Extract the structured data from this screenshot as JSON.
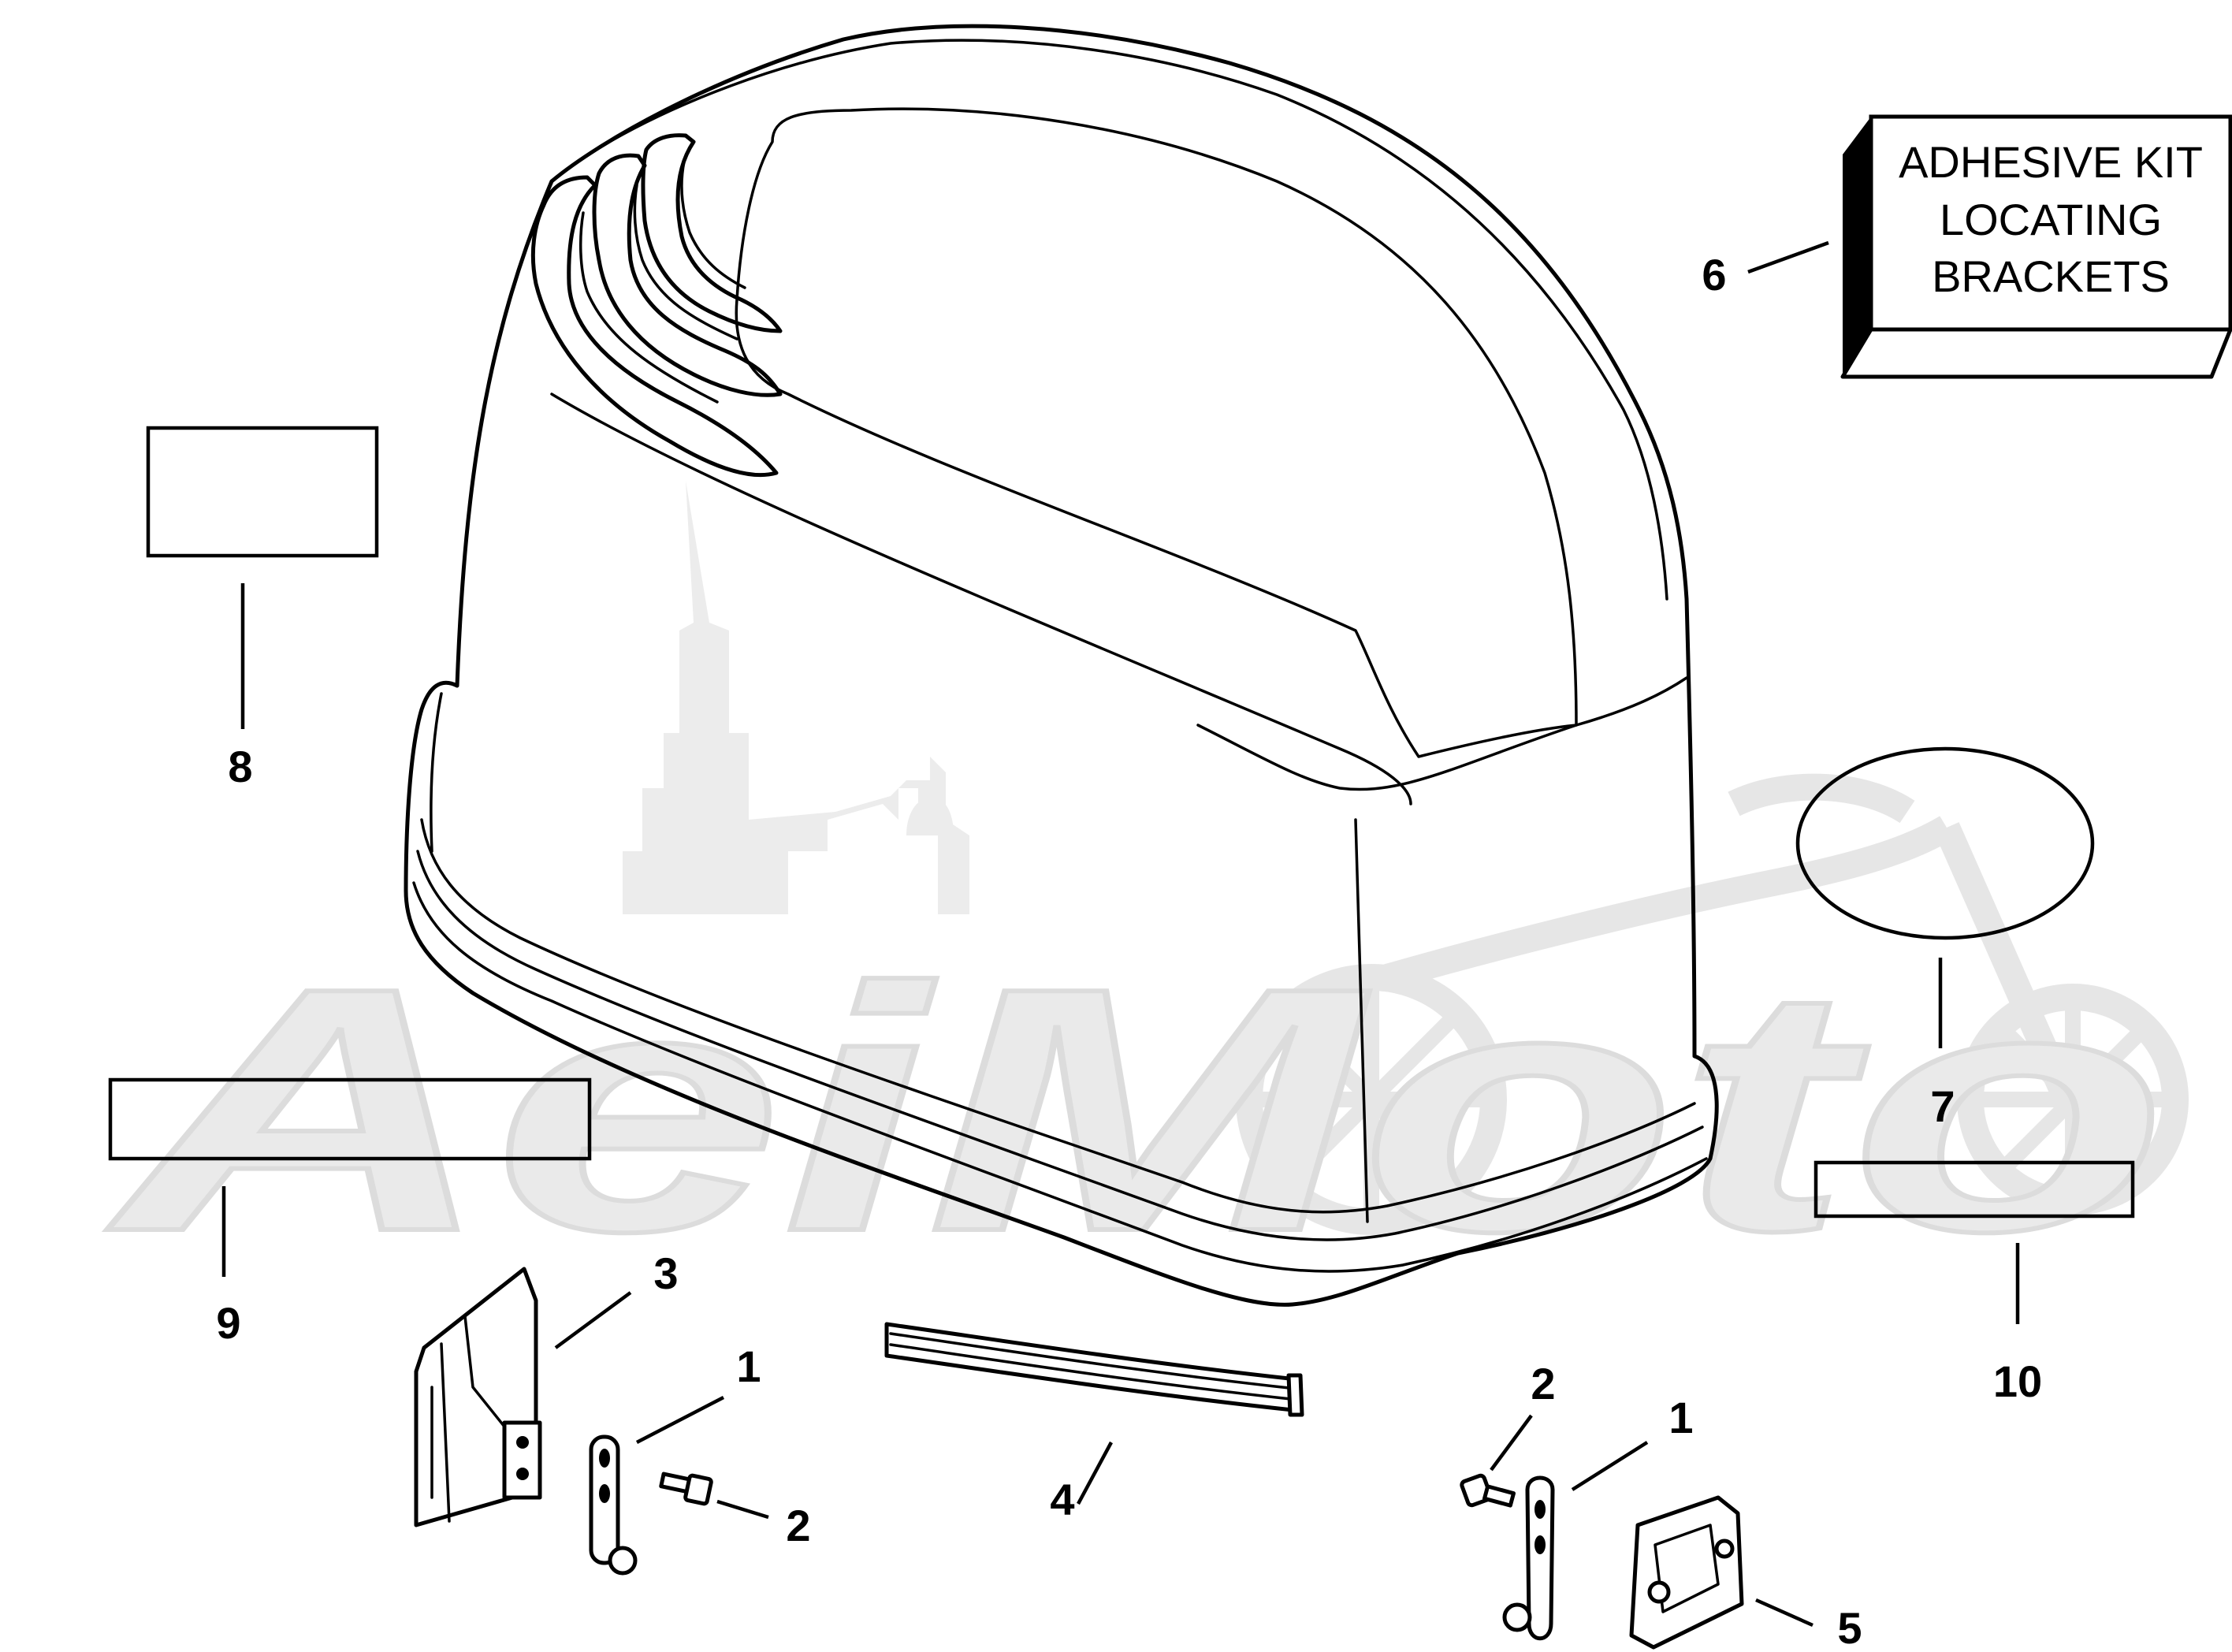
{
  "diagram": {
    "adhesive_kit": {
      "lines": [
        "ADHESIVE KIT",
        "LOCATING",
        "BRACKETS"
      ]
    },
    "callouts": {
      "c1a": "1",
      "c1b": "1",
      "c2a": "2",
      "c2b": "2",
      "c3": "3",
      "c4": "4",
      "c5": "5",
      "c6": "6",
      "c7": "7",
      "c8": "8",
      "c9": "9",
      "c10": "10"
    },
    "watermark": {
      "text": "AeiMoto"
    }
  }
}
